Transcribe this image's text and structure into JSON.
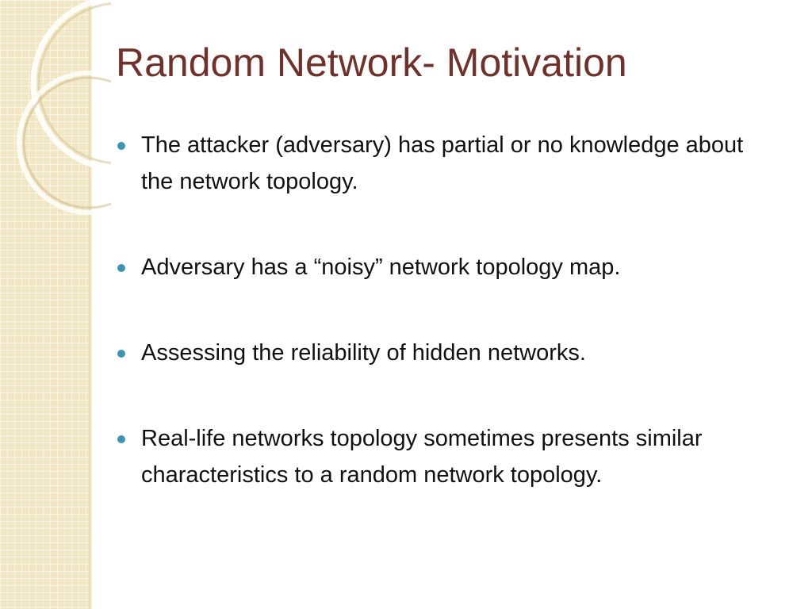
{
  "slide": {
    "title": "Random Network- Motivation",
    "bullets": [
      "The attacker (adversary) has partial or no knowledge about the network topology.",
      "Adversary has a “noisy” network topology map.",
      "Assessing the reliability of hidden networks.",
      "Real-life networks topology sometimes presents similar characteristics to a random network topology."
    ]
  },
  "colors": {
    "title": "#70312a",
    "text": "#111111",
    "bullet": "#3e95b3",
    "side_band": "#f2e7c4"
  }
}
